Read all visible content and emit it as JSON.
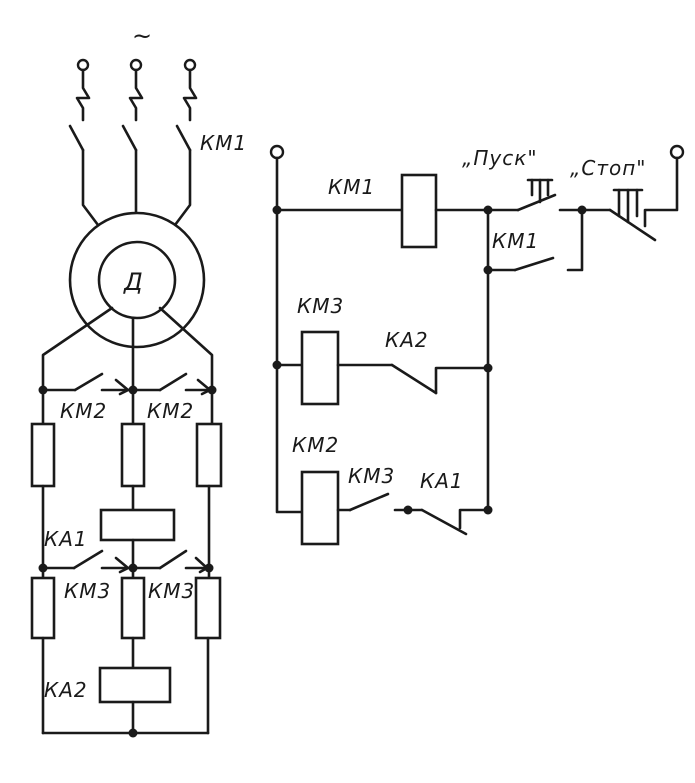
{
  "supply_symbol": "~",
  "motor_label": "Д",
  "labels": {
    "km1_main": "КМ1",
    "km2_left": "КМ2",
    "km2_right": "КМ2",
    "ka1_relay": "КА1",
    "km3_left": "КМ3",
    "km3_right": "КМ3",
    "ka2_relay": "КА2",
    "ctrl_km1_coil": "КМ1",
    "ctrl_pusk": "„Пуск\"",
    "ctrl_stop": "„Стоп\"",
    "ctrl_km1_contact": "КМ1",
    "ctrl_km3_coil": "КМ3",
    "ctrl_ka2_contact": "КА2",
    "ctrl_km2_coil": "КМ2",
    "ctrl_km3_contact": "КМ3",
    "ctrl_ka1_contact": "КА1"
  }
}
